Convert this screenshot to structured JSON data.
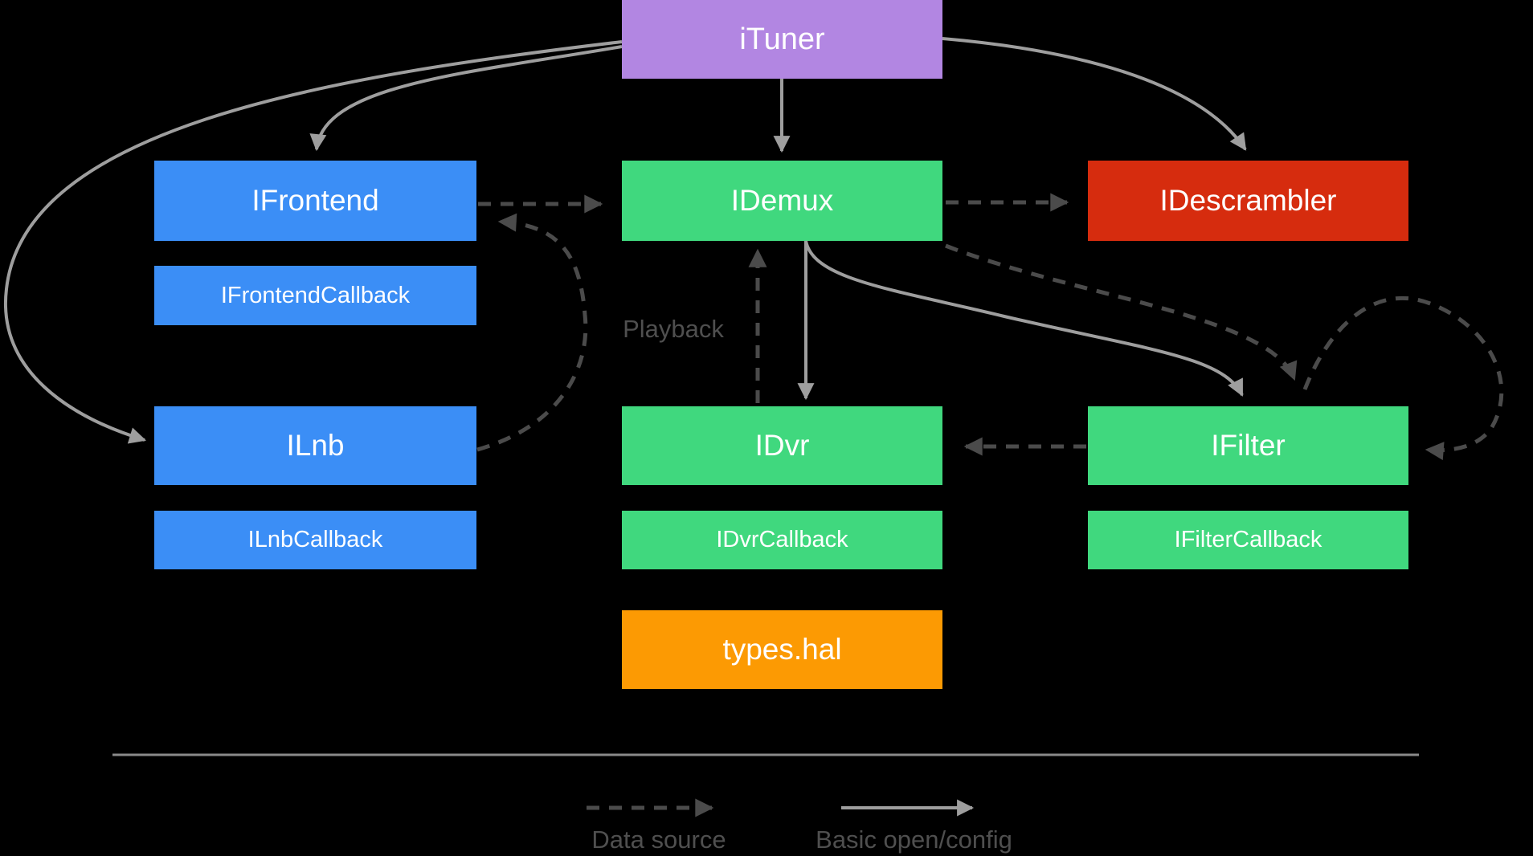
{
  "diagram": {
    "nodes": {
      "ituner": {
        "label": "iTuner",
        "color": "#b286e2"
      },
      "ifrontend": {
        "label": "IFrontend",
        "color": "#3b8ef6"
      },
      "ifrontend_callback": {
        "label": "IFrontendCallback",
        "color": "#3b8ef6"
      },
      "ilnb": {
        "label": "ILnb",
        "color": "#3b8ef6"
      },
      "ilnb_callback": {
        "label": "ILnbCallback",
        "color": "#3b8ef6"
      },
      "idemux": {
        "label": "IDemux",
        "color": "#40d87e"
      },
      "idvr": {
        "label": "IDvr",
        "color": "#40d87e"
      },
      "idvr_callback": {
        "label": "IDvrCallback",
        "color": "#40d87e"
      },
      "types_hal": {
        "label": "types.hal",
        "color": "#fc9a03"
      },
      "idescrambler": {
        "label": "IDescrambler",
        "color": "#d62c0e"
      },
      "ifilter": {
        "label": "IFilter",
        "color": "#40d87e"
      },
      "ifilter_callback": {
        "label": "IFilterCallback",
        "color": "#40d87e"
      }
    },
    "annotations": {
      "playback": "Playback"
    },
    "legend": {
      "dashed_label": "Data source",
      "solid_label": "Basic open/config"
    },
    "edges": [
      {
        "from": "iTuner",
        "to": "IFrontend",
        "style": "solid",
        "meaning": "Basic open/config"
      },
      {
        "from": "iTuner",
        "to": "IDemux",
        "style": "solid",
        "meaning": "Basic open/config"
      },
      {
        "from": "iTuner",
        "to": "IDescrambler",
        "style": "solid",
        "meaning": "Basic open/config"
      },
      {
        "from": "iTuner",
        "to": "ILnb",
        "style": "solid",
        "meaning": "Basic open/config"
      },
      {
        "from": "IFrontend",
        "to": "IDemux",
        "style": "dashed",
        "meaning": "Data source"
      },
      {
        "from": "ILnb",
        "to": "IFrontend",
        "style": "dashed",
        "meaning": "Data source"
      },
      {
        "from": "IDemux",
        "to": "IDescrambler",
        "style": "dashed",
        "meaning": "Data source"
      },
      {
        "from": "IDemux",
        "to": "IDvr",
        "style": "solid",
        "meaning": "Basic open/config"
      },
      {
        "from": "IDemux",
        "to": "IFilter",
        "style": "solid",
        "meaning": "Basic open/config"
      },
      {
        "from": "IDemux",
        "to": "IFilter",
        "style": "dashed",
        "meaning": "Data source"
      },
      {
        "from": "IDvr",
        "to": "IDemux",
        "style": "dashed",
        "meaning": "Data source",
        "label": "Playback"
      },
      {
        "from": "IFilter",
        "to": "IDvr",
        "style": "dashed",
        "meaning": "Data source"
      },
      {
        "from": "IFilter",
        "to": "IFilter",
        "style": "dashed",
        "meaning": "Data source (self loop)"
      }
    ],
    "colors": {
      "background": "#000000",
      "purple": "#b286e2",
      "blue": "#3b8ef6",
      "green": "#40d87e",
      "red": "#d62c0e",
      "orange": "#fc9a03",
      "solid_arrow": "#9e9e9e",
      "dashed_arrow": "#4b4b4b",
      "muted_text": "#4f4f4f",
      "box_text": "#ffffff",
      "divider": "#8a8a8a"
    }
  }
}
